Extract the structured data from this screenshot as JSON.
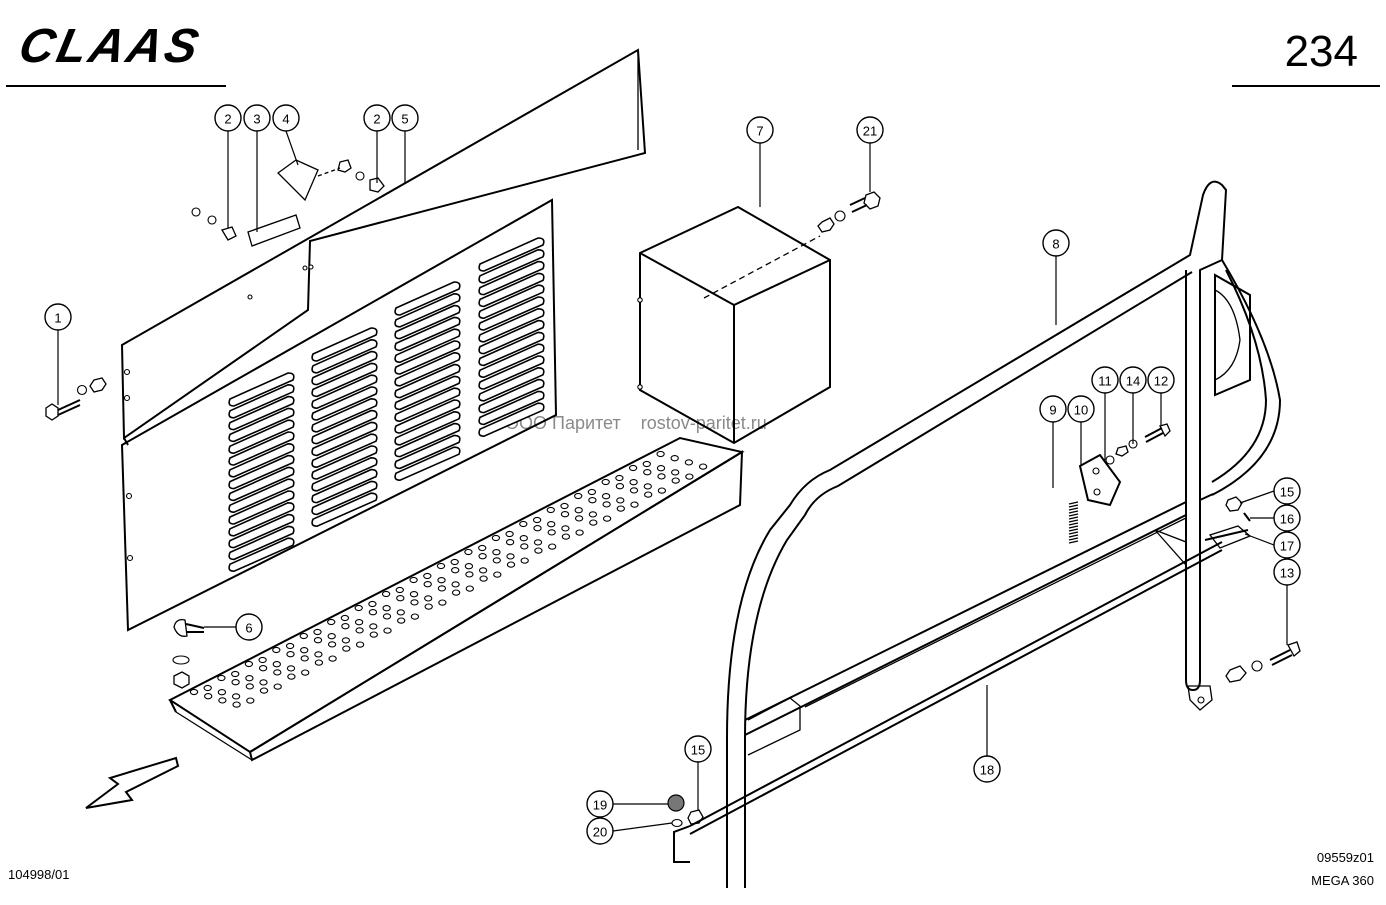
{
  "header": {
    "brand": "CLAAS",
    "page_number": "234"
  },
  "watermark": "ООО Паритет    rostov-paritet.ru",
  "footer": {
    "drawing_id": "104998/01",
    "figure_code": "09559z01",
    "model": "MEGA 360"
  },
  "callouts": [
    {
      "id": "c1",
      "label": "1"
    },
    {
      "id": "c2a",
      "label": "2"
    },
    {
      "id": "c3",
      "label": "3"
    },
    {
      "id": "c4",
      "label": "4"
    },
    {
      "id": "c2b",
      "label": "2"
    },
    {
      "id": "c5",
      "label": "5"
    },
    {
      "id": "c6",
      "label": "6"
    },
    {
      "id": "c7",
      "label": "7"
    },
    {
      "id": "c21",
      "label": "21"
    },
    {
      "id": "c8",
      "label": "8"
    },
    {
      "id": "c11",
      "label": "11"
    },
    {
      "id": "c14",
      "label": "14"
    },
    {
      "id": "c12",
      "label": "12"
    },
    {
      "id": "c9",
      "label": "9"
    },
    {
      "id": "c10",
      "label": "10"
    },
    {
      "id": "c15a",
      "label": "15"
    },
    {
      "id": "c16",
      "label": "16"
    },
    {
      "id": "c17",
      "label": "17"
    },
    {
      "id": "c13",
      "label": "13"
    },
    {
      "id": "c18",
      "label": "18"
    },
    {
      "id": "c15b",
      "label": "15"
    },
    {
      "id": "c19",
      "label": "19"
    },
    {
      "id": "c20",
      "label": "20"
    }
  ]
}
